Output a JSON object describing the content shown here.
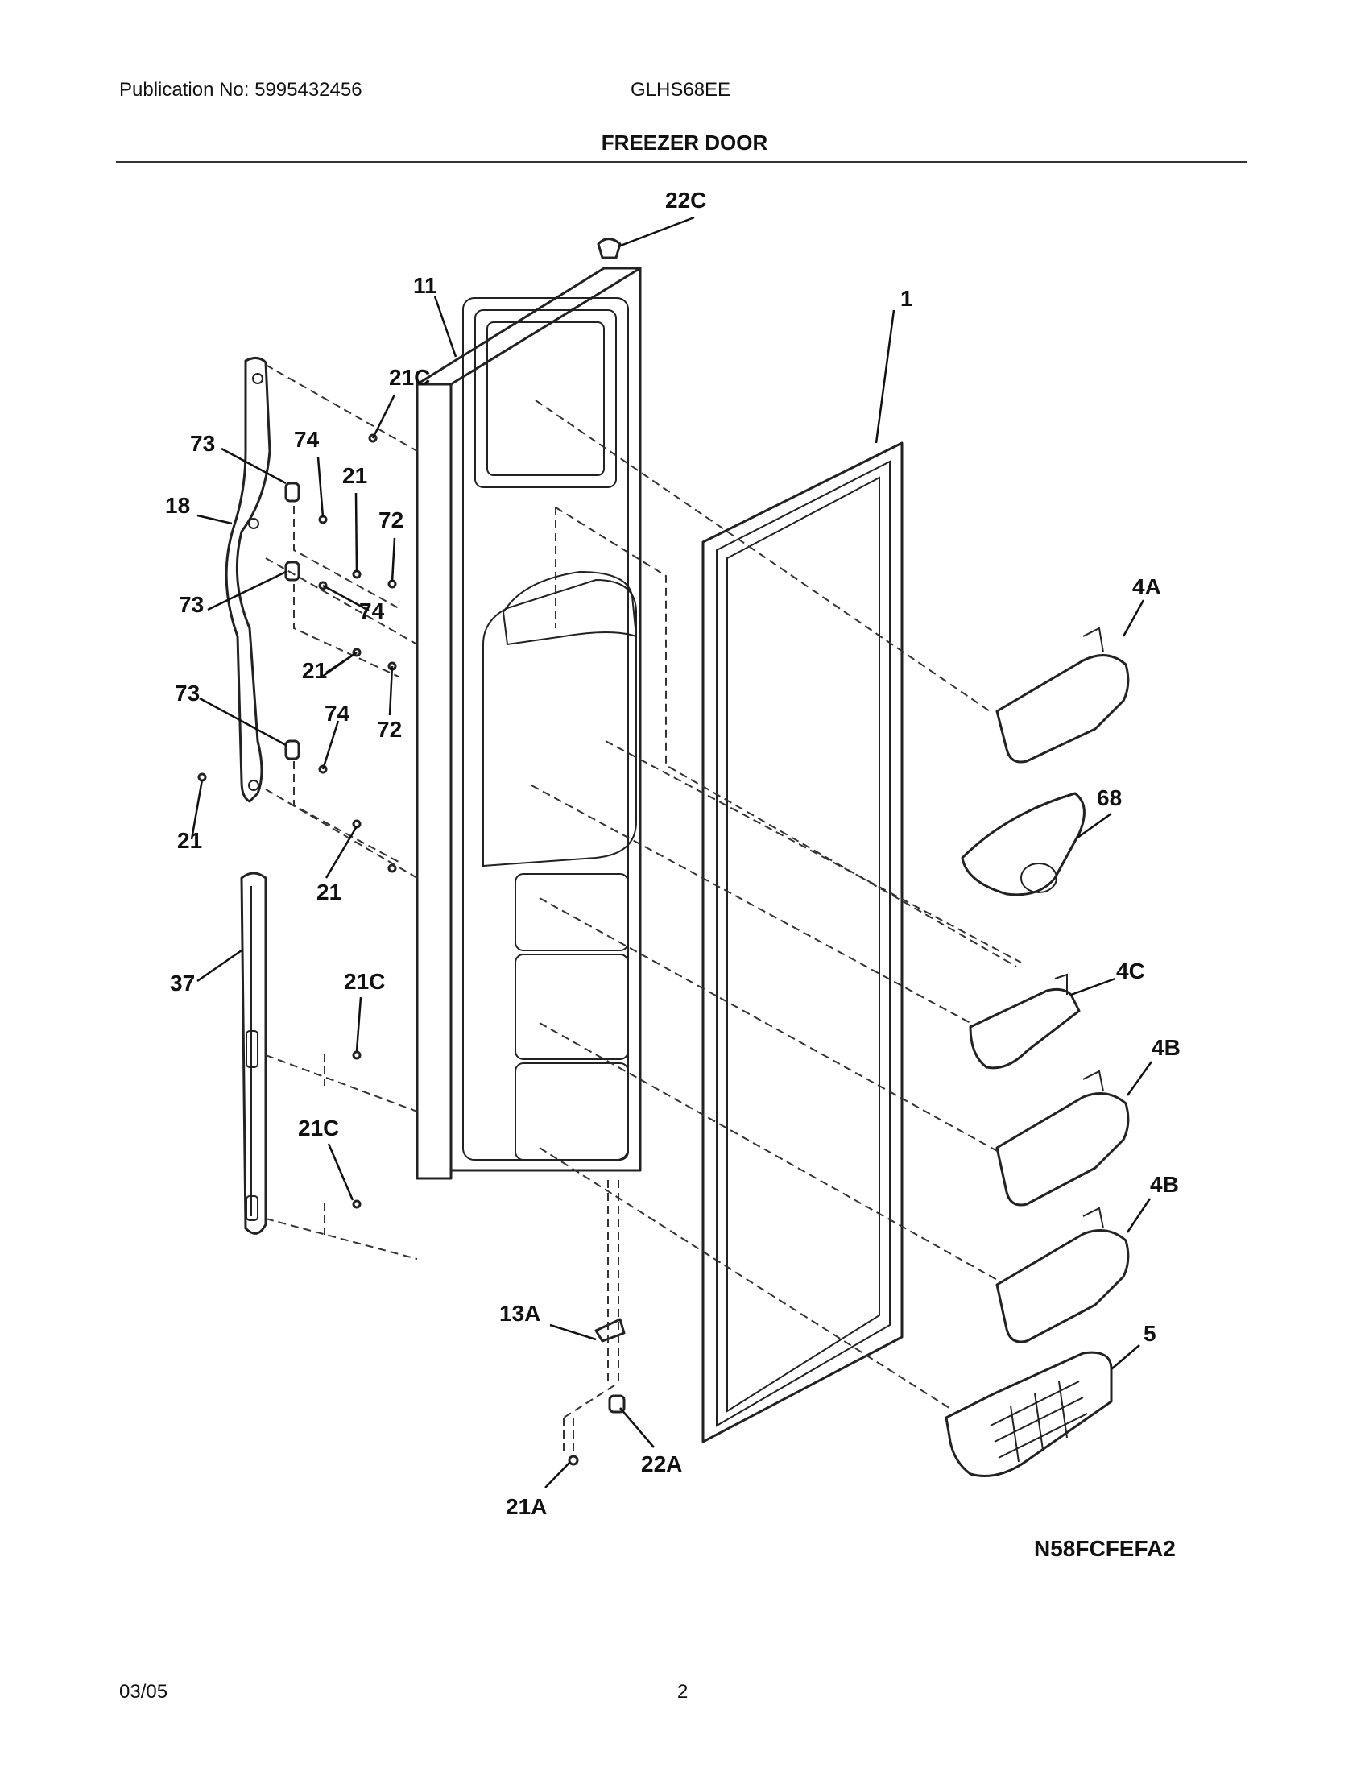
{
  "header": {
    "publication": "Publication No: 5995432456",
    "model": "GLHS68EE",
    "title": "FREEZER DOOR"
  },
  "diagram": {
    "code": "N58FCFEFA2",
    "labels": {
      "l22C": "22C",
      "l11": "11",
      "l21C_top": "21C",
      "l1": "1",
      "l73_a": "73",
      "l74_a": "74",
      "l21_a": "21",
      "l72_a": "72",
      "l18": "18",
      "l73_b": "73",
      "l74_b": "74",
      "l21_b": "21",
      "l4A": "4A",
      "l73_c": "73",
      "l74_c": "74",
      "l72_b": "72",
      "l68": "68",
      "l21_c": "21",
      "l21_d": "21",
      "l37": "37",
      "l21C_mid": "21C",
      "l4C": "4C",
      "l4B_a": "4B",
      "l21C_bot": "21C",
      "l4B_b": "4B",
      "l13A": "13A",
      "l5": "5",
      "l22A": "22A",
      "l21A": "21A"
    }
  },
  "footer": {
    "date": "03/05",
    "page": "2"
  }
}
